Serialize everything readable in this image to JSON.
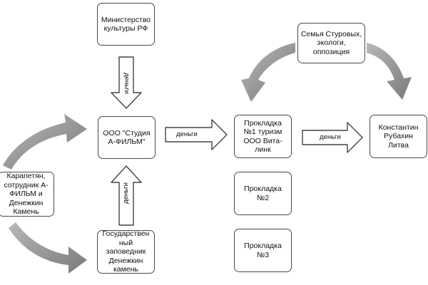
{
  "nodes": {
    "ministry": "Министерство\nкультуры РФ",
    "studio": "ООО \"Студия\nА-ФИЛЬМ\"",
    "reserve": "Государствен\nный\nзаповедник\nДенежкин\nкамень",
    "karapetyan": "Карапетян,\nсотрудник А-\nФИЛЬМ и\nДенежкин\nКамень",
    "proxy1": "Прокладка\n№1 туризм\nООО Вита-\nлинк",
    "proxy2": "Прокладка\n№2",
    "proxy3": "Прокладка\n№3",
    "sturov": "Семья Стуровых,\nэкологи,\nоппозиция",
    "konstantin": "Константин\nРубахин\nЛитва"
  },
  "edges": {
    "ministry_to_studio": "деньги",
    "reserve_to_studio": "деньги",
    "studio_to_proxy1": "деньги",
    "proxy1_to_konstantin": "деньги"
  },
  "colors": {
    "box_border": "#4a4a4a",
    "block_arrow_fill": "#ffffff",
    "curved_arrow_fill": "#8f8f8f"
  }
}
